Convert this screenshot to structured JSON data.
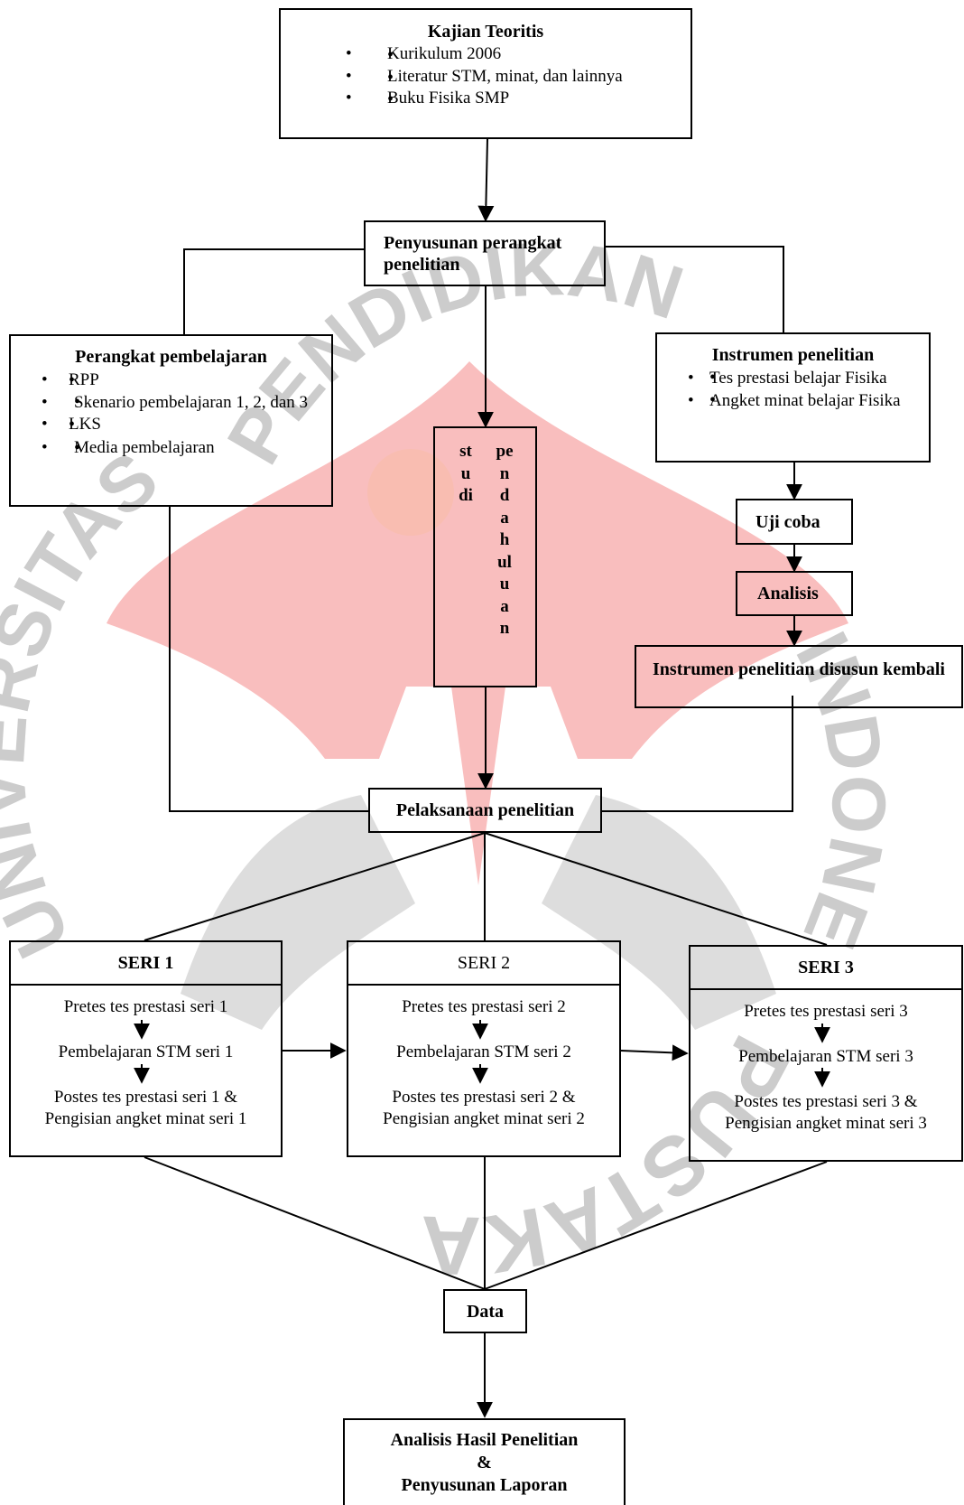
{
  "watermark": {
    "text_top": "PENDIDIKAN",
    "text_right": "INDONESIA",
    "text_bottom": "PUSTAKA",
    "text_left": "UNIVERSITAS",
    "colors": {
      "ring_text": "#c9c9c9",
      "flame": "#f8b3b3",
      "dot": "#fff7a8"
    }
  },
  "kajian": {
    "title": "Kajian Teoritis",
    "items": [
      "Kurikulum 2006",
      "Literatur STM, minat, dan lainnya",
      "Buku Fisika SMP"
    ]
  },
  "penyusunan": {
    "label": "Penyusunan perangkat penelitian"
  },
  "perangkat": {
    "title": "Perangkat pembelajaran",
    "items": [
      "RPP",
      "Skenario pembelajaran 1, 2, dan 3",
      "LKS",
      "Media pembelajaran"
    ]
  },
  "studi": {
    "word1": "studi",
    "word2": "pendahuluan"
  },
  "instrumen": {
    "title": "Instrumen penelitian",
    "items": [
      "Tes prestasi belajar Fisika",
      "Angket minat belajar Fisika"
    ]
  },
  "uji_coba": {
    "label": "Uji coba"
  },
  "analisis": {
    "label": "Analisis"
  },
  "instrumen_disusun": {
    "label": "Instrumen penelitian disusun kembali"
  },
  "pelaksanaan": {
    "label": "Pelaksanaan penelitian"
  },
  "seri": [
    {
      "title": "SERI 1",
      "pretes": "Pretes tes prestasi seri 1",
      "pembelajaran": "Pembelajaran STM seri 1",
      "postes": "Postes tes prestasi  seri 1 &",
      "angket": "Pengisian angket minat seri 1"
    },
    {
      "title": "SERI 2",
      "pretes": "Pretes tes prestasi seri 2",
      "pembelajaran": "Pembelajaran STM seri 2",
      "postes": "Postes tes prestasi  seri 2 &",
      "angket": "Pengisian angket minat seri 2"
    },
    {
      "title": "SERI 3",
      "pretes": "Pretes tes prestasi seri 3",
      "pembelajaran": "Pembelajaran STM seri 3",
      "postes": "Postes tes prestasi  seri 3 &",
      "angket": "Pengisian angket minat seri 3"
    }
  ],
  "data_box": {
    "label": "Data"
  },
  "analisis_hasil": {
    "line1": "Analisis Hasil Penelitian",
    "line2": "&",
    "line3": "Penyusunan Laporan"
  }
}
